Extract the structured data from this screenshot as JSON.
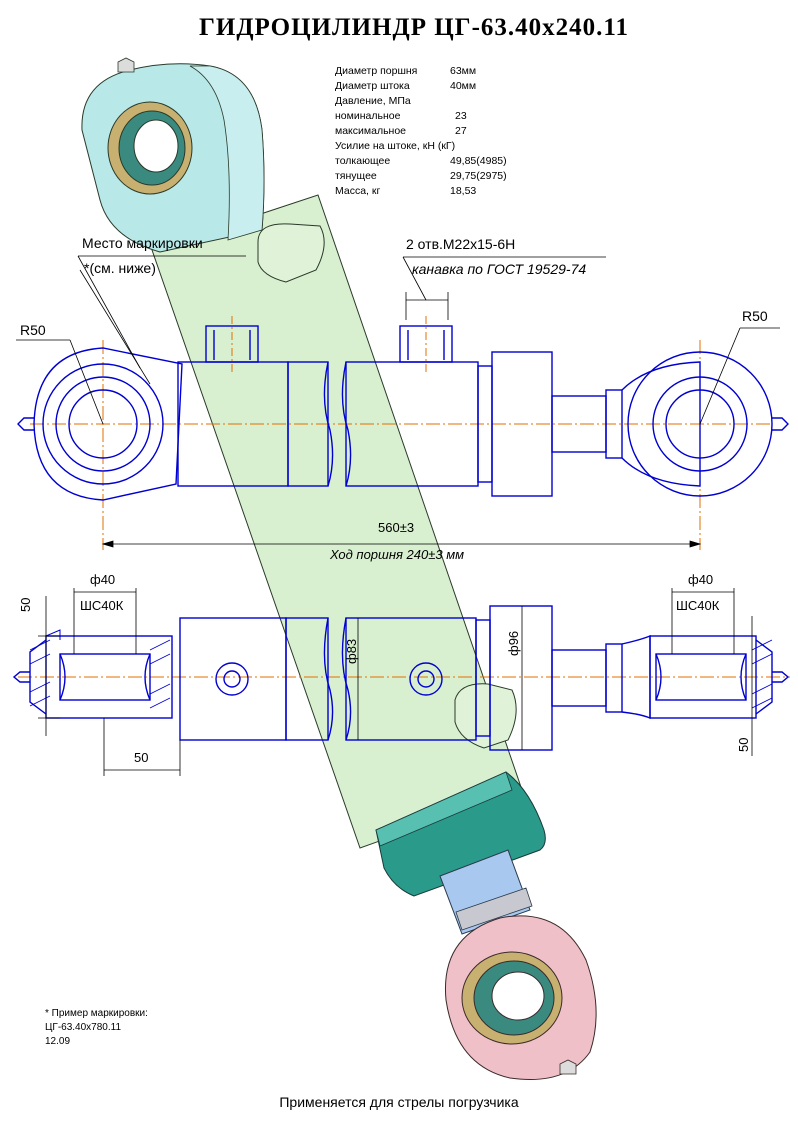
{
  "title": "ГИДРОЦИЛИНДР  ЦГ-63.40х240.11",
  "specs": [
    {
      "label": "Диаметр поршня",
      "value": "63мм"
    },
    {
      "label": "Диаметр штока",
      "value": "40мм"
    },
    {
      "label": "Давление, МПа",
      "value": ""
    },
    {
      "label": "номинальное",
      "value": "23"
    },
    {
      "label": "максимальное",
      "value": "27"
    },
    {
      "label": "Усилие на штоке, кН (кГ)",
      "value": ""
    },
    {
      "label": "толкающее",
      "value": "49,85(4985)"
    },
    {
      "label": "тянущее",
      "value": "29,75(2975)"
    },
    {
      "label": "Масса, кг",
      "value": "18,53"
    }
  ],
  "labels": {
    "marking_place": "Место маркировки",
    "marking_ref": "*(см. ниже)",
    "ports": "2 отв.М22х15-6Н",
    "groove": "канавка по ГОСТ 19529-74",
    "radius_left": "R50",
    "radius_right": "R50"
  },
  "dimensions": {
    "overall": "560±3",
    "stroke": "Ход поршня 240±3 мм",
    "pin_dia_left": "ф40",
    "bearing_left": "ШС40К",
    "pin_dia_right": "ф40",
    "bearing_right": "ШС40К",
    "width_left_vertical": "50",
    "width_left_bottom": "50",
    "width_right_vertical": "50",
    "bore_dia": "ф83",
    "cap_dia": "ф96"
  },
  "note": {
    "line1": "* Пример маркировки:",
    "line2": "ЦГ-63.40х780.11",
    "line3": "12.09"
  },
  "footer": "Применяется для стрелы погрузчика",
  "colors": {
    "outline": "#0000d0",
    "centerline": "#e07000",
    "body_3d": "#d8f0d0",
    "eye_top_3d": "#b8e8e8",
    "gland_3d": "#2a9a8a",
    "rod_3d": "#a8c8f0",
    "eye_bottom_3d": "#f0c0c8"
  }
}
